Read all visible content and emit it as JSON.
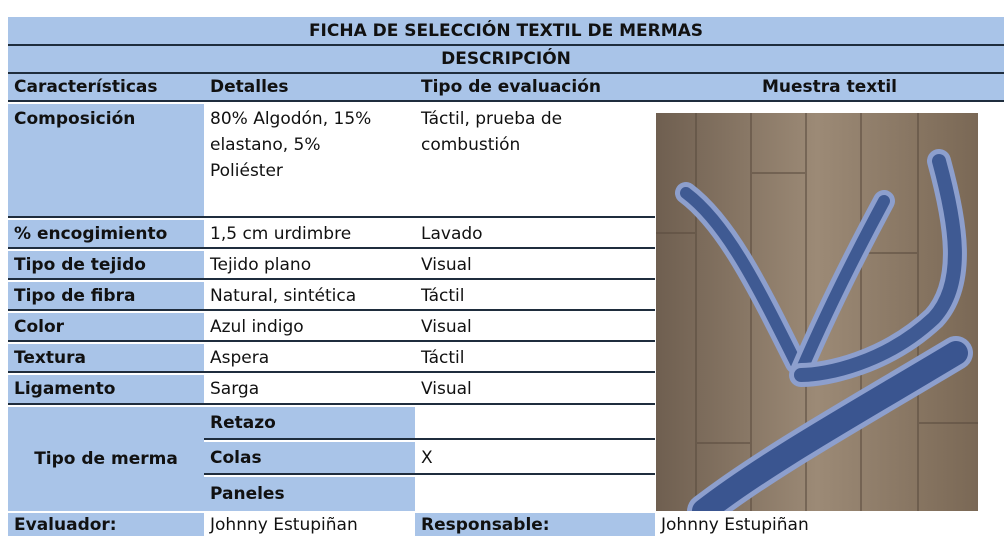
{
  "title": "FICHA DE SELECCIÓN TEXTIL DE MERMAS",
  "subtitle": "DESCRIPCIÓN",
  "headers": {
    "caracteristicas": "Características",
    "detalles": "Detalles",
    "tipo_evaluacion": "Tipo de evaluación",
    "muestra": "Muestra textil"
  },
  "rows": [
    {
      "label": "Composición",
      "detail_lines": [
        "80% Algodón, 15%",
        "elastano, 5%",
        "Poliéster"
      ],
      "eval_lines": [
        "Táctil, prueba de",
        "combustión"
      ]
    },
    {
      "label": "% encogimiento",
      "detail": "1,5 cm urdimbre",
      "eval": "Lavado"
    },
    {
      "label": "Tipo de tejido",
      "detail": "Tejido plano",
      "eval": "Visual"
    },
    {
      "label": "Tipo de fibra",
      "detail": "Natural, sintética",
      "eval": "Táctil"
    },
    {
      "label": "Color",
      "detail": "Azul indigo",
      "eval": "Visual"
    },
    {
      "label": "Textura",
      "detail": "Aspera",
      "eval": "Táctil"
    },
    {
      "label": "Ligamento",
      "detail": "Sarga",
      "eval": "Visual"
    }
  ],
  "merma": {
    "label": "Tipo de merma",
    "options": [
      {
        "name": "Retazo",
        "mark": ""
      },
      {
        "name": "Colas",
        "mark": "X"
      },
      {
        "name": "Paneles",
        "mark": ""
      }
    ]
  },
  "footer": {
    "evaluador_label": "Evaluador:",
    "evaluador": "Johnny Estupiñan",
    "responsable_label": "Responsable:",
    "responsable": "Johnny Estupiñan"
  },
  "photo_icon": "denim-strips-on-wood-floor",
  "colors": {
    "header_fill": "#a9c4e8",
    "rule": "#1f2d3d",
    "denim": "#3f5a93",
    "wood": "#8a7560"
  }
}
